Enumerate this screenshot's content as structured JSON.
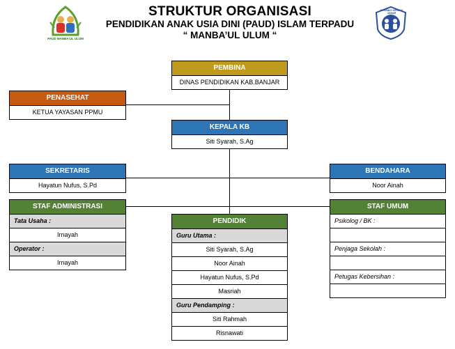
{
  "header": {
    "title": "STRUKTUR ORGANISASI",
    "subtitle": "PENDIDIKAN ANAK USIA DINI (PAUD) ISLAM TERPADU",
    "name": "“ MANBA’UL ULUM “"
  },
  "logos": {
    "left_text": "PAUD MANBA'UL ULUM",
    "right_text": "SAHABAT KERDAS CEMAR"
  },
  "colors": {
    "pembina": "#c09a1d",
    "penasehat": "#c55a11",
    "blue": "#2e75b6",
    "green": "#538135"
  },
  "pembina": {
    "label": "PEMBINA",
    "value": "DINAS PENDIDIKAN KAB.BANJAR"
  },
  "penasehat": {
    "label": "PENASEHAT",
    "value": "KETUA YAYASAN PPMU"
  },
  "kepala": {
    "label": "KEPALA KB",
    "value": "Siti Syarah, S.Ag"
  },
  "sekretaris": {
    "label": "SEKRETARIS",
    "value": "Hayatun Nufus, S.Pd"
  },
  "bendahara": {
    "label": "BENDAHARA",
    "value": "Noor Ainah"
  },
  "staf_admin": {
    "label": "STAF ADMINISTRASI",
    "tata_usaha_label": "Tata Usaha :",
    "tata_usaha": "Irnayah",
    "operator_label": "Operator :",
    "operator": "Irnayah"
  },
  "pendidik": {
    "label": "PENDIDIK",
    "guru_utama_label": "Guru Utama :",
    "guru_utama": [
      "Siti Syarah, S.Ag",
      "Noor Ainah",
      "Hayatun Nufus,  S.Pd",
      "Masriah"
    ],
    "guru_pendamping_label": "Guru Pendamping :",
    "guru_pendamping": [
      "Siti Rahmah",
      "Risnawati"
    ]
  },
  "staf_umum": {
    "label": "STAF UMUM",
    "psikolog_label": "Psikolog / BK :",
    "penjaga_label": "Penjaga Sekolah :",
    "petugas_label": "Petugas Kebersihan :"
  }
}
